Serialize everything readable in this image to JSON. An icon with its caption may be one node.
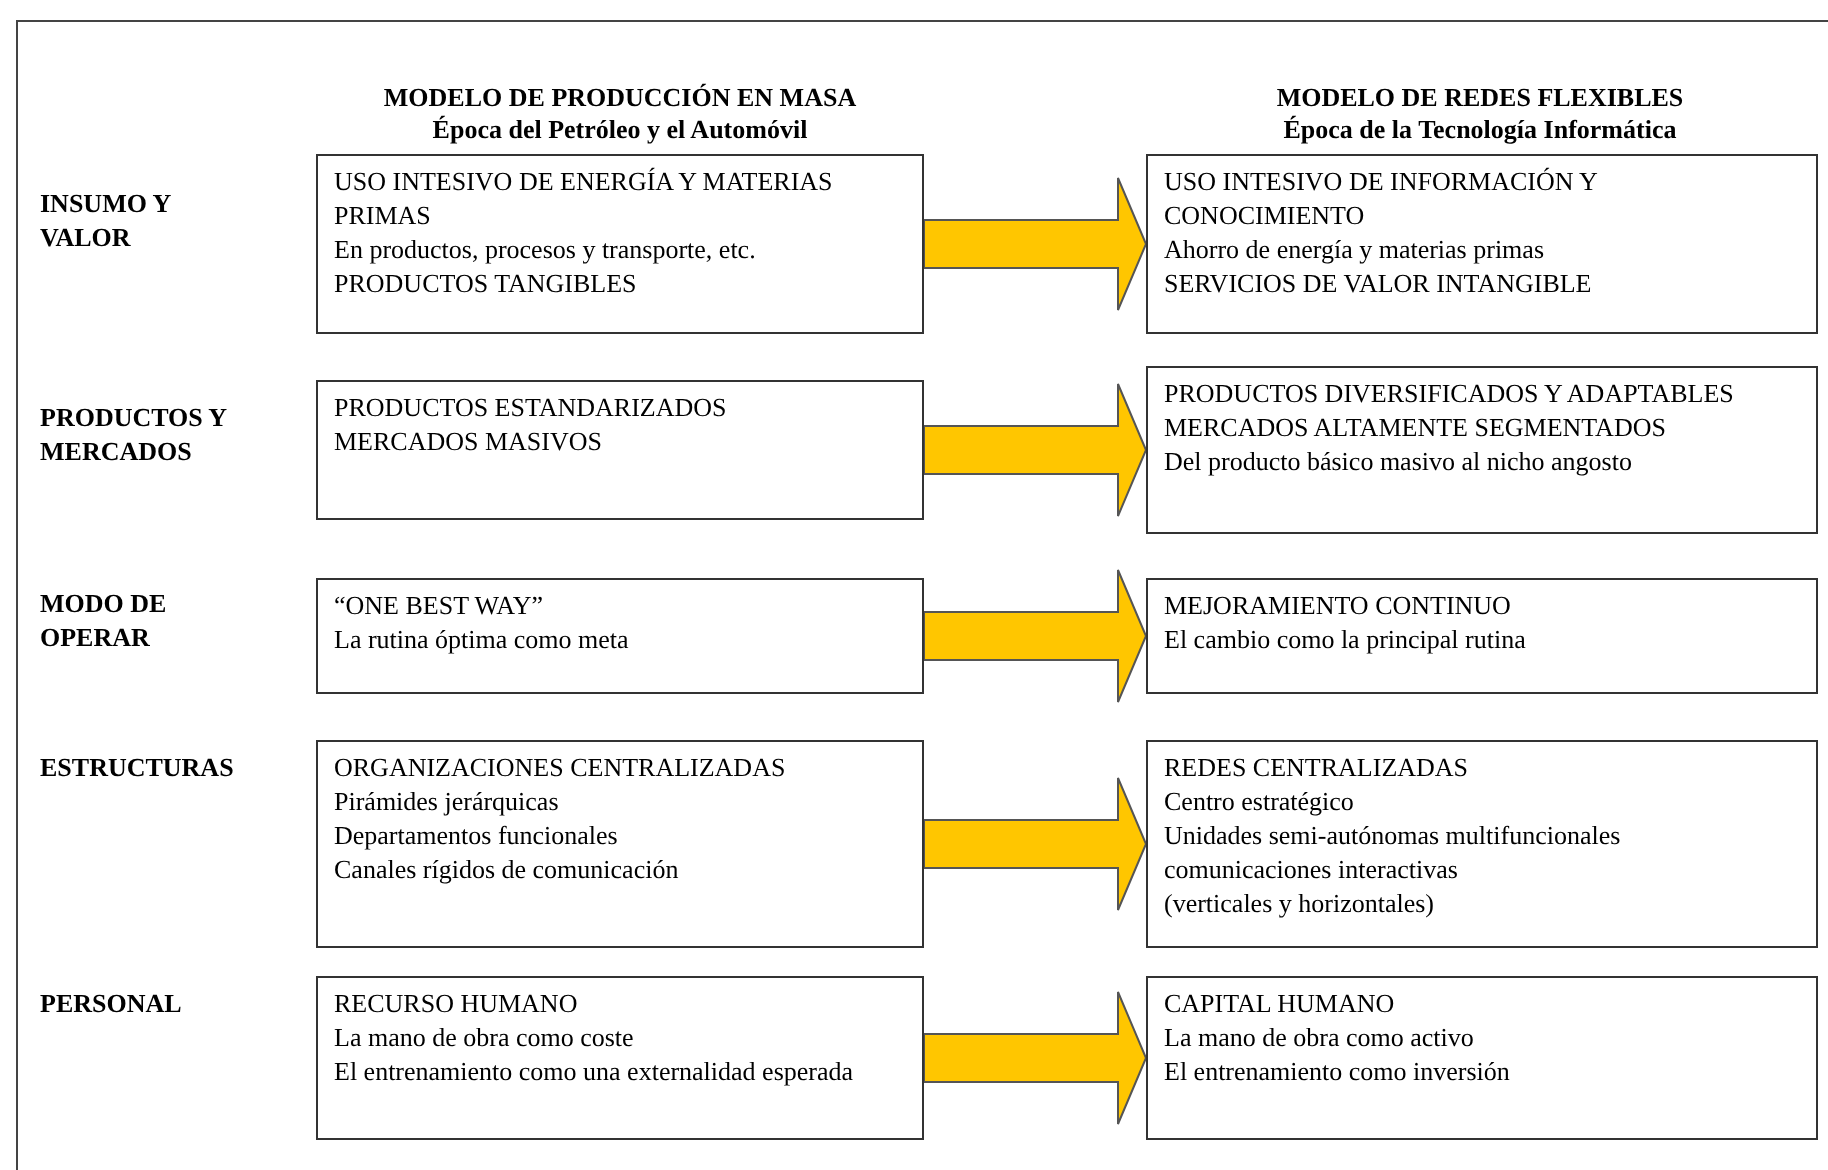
{
  "diagram": {
    "nodes": [
      {
        "text": [
          "USO INTESIVO DE ENERGÍA Y MATERIAS PRIMAS",
          "En productos, procesos y transporte, etc.",
          "PRODUCTOS TANGIBLES"
        ]
      },
      {
        "text": [
          "USO INTESIVO DE INFORMACIÓN Y CONOCIMIENTO",
          "Ahorro de energía y materias primas",
          "SERVICIOS DE VALOR INTANGIBLE"
        ]
      },
      {
        "text": [
          "PRODUCTOS ESTANDARIZADOS",
          "MERCADOS MASIVOS"
        ]
      },
      {
        "text": [
          "PRODUCTOS DIVERSIFICADOS Y ADAPTABLES",
          "MERCADOS ALTAMENTE SEGMENTADOS",
          "Del producto básico masivo al nicho angosto"
        ]
      },
      {
        "text": [
          "“ONE BEST WAY”",
          "La rutina óptima como meta"
        ]
      },
      {
        "text": [
          "MEJORAMIENTO CONTINUO",
          "El cambio como la principal rutina"
        ]
      },
      {
        "text": [
          "ORGANIZACIONES CENTRALIZADAS",
          "Pirámides jerárquicas",
          "Departamentos funcionales",
          "Canales rígidos de comunicación"
        ]
      },
      {
        "text": [
          "REDES CENTRALIZADAS",
          "Centro estratégico",
          "Unidades semi-autónomas multifuncionales",
          "comunicaciones interactivas",
          "(verticales y horizontales)"
        ]
      },
      {
        "text": [
          "RECURSO HUMANO",
          "La mano de obra como coste",
          "El entrenamiento como una externalidad esperada"
        ]
      },
      {
        "text": [
          "CAPITAL HUMANO",
          "La mano de obra como activo",
          "El entrenamiento como inversión"
        ]
      }
    ],
    "edges": [
      {
        "from": 0,
        "to": 1,
        "arrow": "to"
      },
      {
        "from": 2,
        "to": 3,
        "arrow": "to"
      },
      {
        "from": 4,
        "to": 5,
        "arrow": "to"
      },
      {
        "from": 6,
        "to": 7,
        "arrow": "to"
      },
      {
        "from": 8,
        "to": 9,
        "arrow": "to"
      }
    ],
    "labels": [
      "MODELO DE PRODUCCIÓN EN MASA",
      "Época del Petróleo y el Automóvil",
      "MODELO DE REDES FLEXIBLES",
      "Época de la Tecnología Informática",
      "INSUMO Y VALOR",
      "PRODUCTOS Y MERCADOS",
      "MODO DE OPERAR",
      "ESTRUCTURAS",
      "PERSONAL"
    ]
  }
}
